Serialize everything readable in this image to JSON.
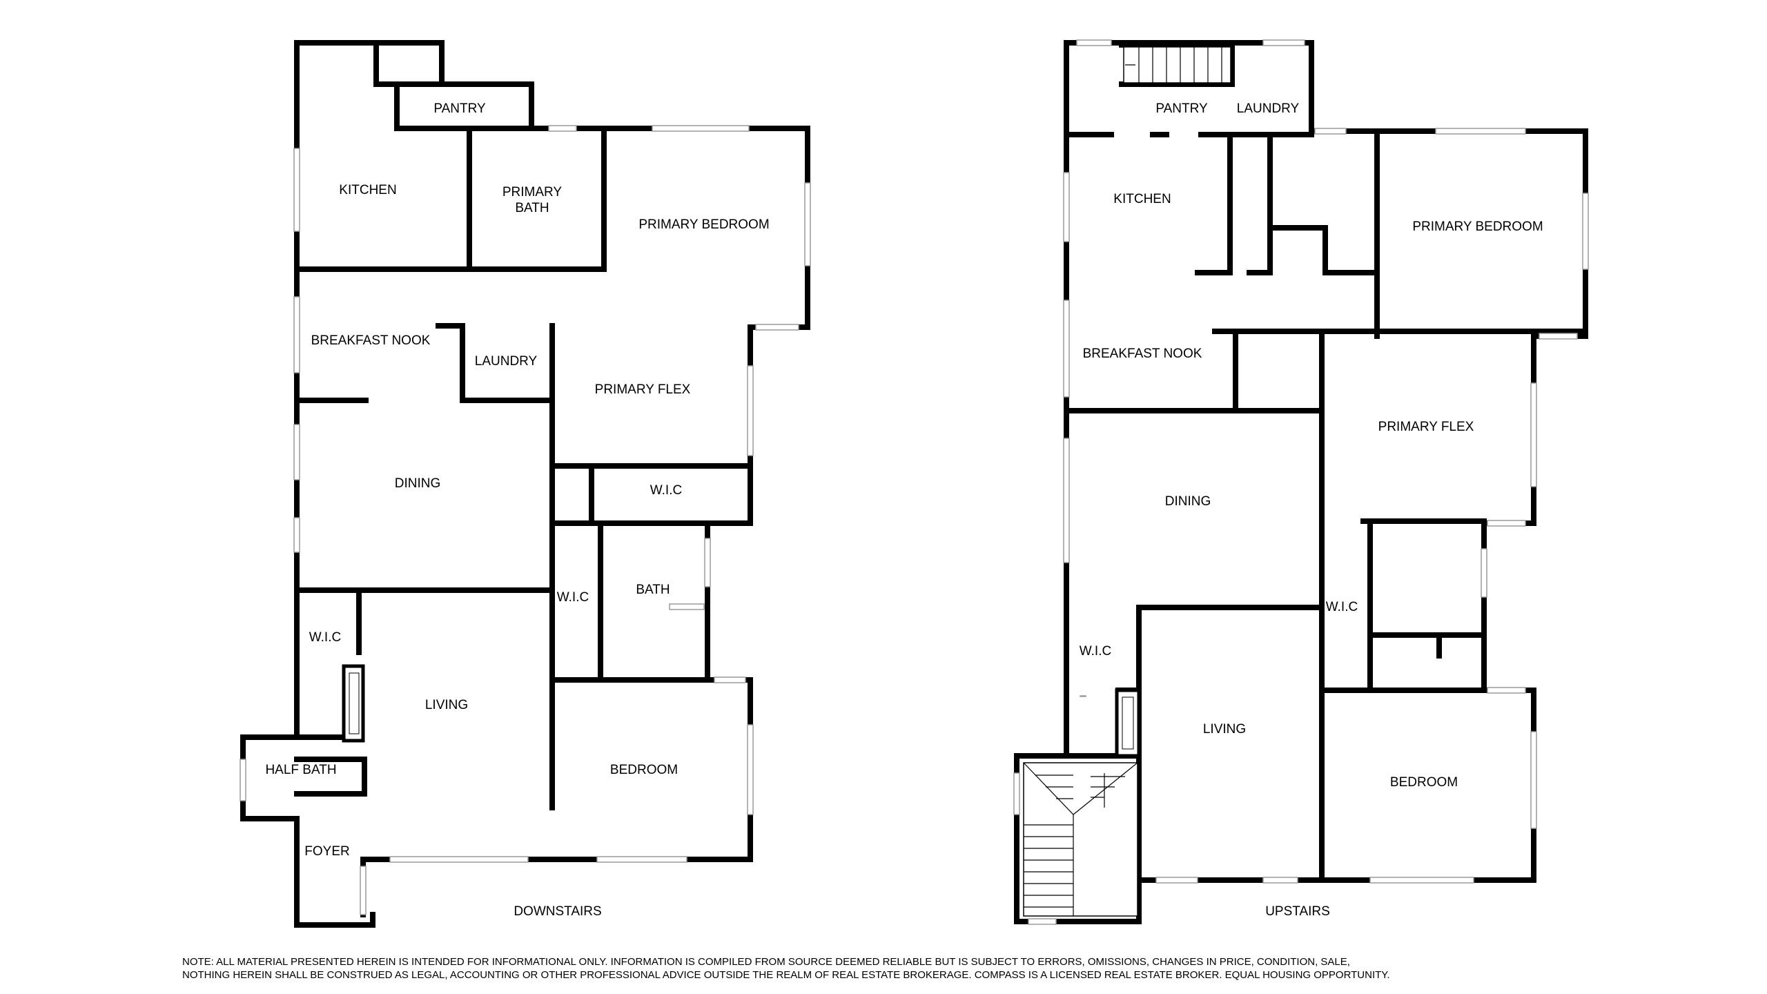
{
  "downstairs": {
    "title": "DOWNSTAIRS",
    "rooms": {
      "pantry": "PANTRY",
      "kitchen": "KITCHEN",
      "primary_bath_1": "PRIMARY",
      "primary_bath_2": "BATH",
      "primary_bedroom": "PRIMARY BEDROOM",
      "breakfast_nook": "BREAKFAST NOOK",
      "laundry": "LAUNDRY",
      "primary_flex": "PRIMARY FLEX",
      "dining": "DINING",
      "wic_1": "W.I.C",
      "wic_2": "W.I.C",
      "wic_3": "W.I.C",
      "bath": "BATH",
      "living": "LIVING",
      "half_bath": "HALF BATH",
      "bedroom": "BEDROOM",
      "foyer": "FOYER"
    }
  },
  "upstairs": {
    "title": "UPSTAIRS",
    "rooms": {
      "pantry": "PANTRY",
      "laundry": "LAUNDRY",
      "kitchen": "KITCHEN",
      "primary_bedroom": "PRIMARY BEDROOM",
      "breakfast_nook": "BREAKFAST NOOK",
      "primary_flex": "PRIMARY FLEX",
      "dining": "DINING",
      "wic_1": "W.I.C",
      "wic_2": "W.I.C",
      "living": "LIVING",
      "bedroom": "BEDROOM"
    }
  },
  "note": {
    "line1": "NOTE: ALL MATERIAL PRESENTED HEREIN IS INTENDED FOR INFORMATIONAL ONLY. INFORMATION IS COMPILED FROM SOURCE DEEMED RELIABLE BUT IS SUBJECT TO ERRORS, OMISSIONS, CHANGES IN PRICE, CONDITION, SALE,",
    "line2": "NOTHING HEREIN SHALL BE CONSTRUED AS LEGAL, ACCOUNTING OR OTHER PROFESSIONAL ADVICE OUTSIDE THE REALM OF REAL ESTATE BROKERAGE. COMPASS IS A LICENSED REAL ESTATE BROKER. EQUAL HOUSING OPPORTUNITY."
  }
}
